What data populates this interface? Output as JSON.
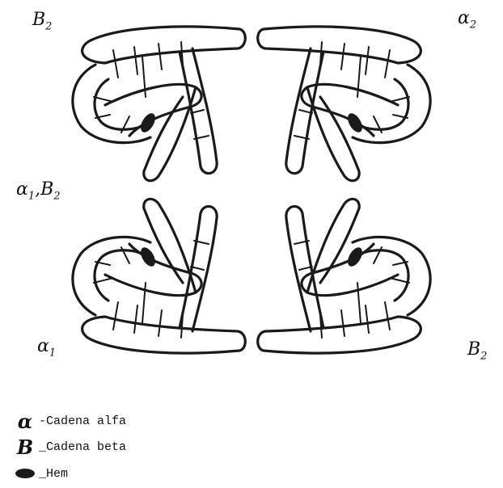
{
  "labels": {
    "top_left": {
      "base": "B",
      "sub": "2"
    },
    "top_right": {
      "base": "α",
      "sub": "2"
    },
    "middle_left": {
      "base": "α",
      "sub": "1",
      "base2": "B",
      "sub2": "2"
    },
    "bottom_left": {
      "base": "α",
      "sub": "1"
    },
    "bottom_right": {
      "base": "B",
      "sub": "2"
    }
  },
  "legend": [
    {
      "icon": "alpha-symbol",
      "symbol": "α",
      "text": "-Cadena alfa"
    },
    {
      "icon": "beta-symbol",
      "symbol": "B",
      "text": "_Cadena beta"
    },
    {
      "icon": "heme-blob",
      "symbol": "",
      "text": "_Hem"
    }
  ],
  "colors": {
    "ink": "#1a1a1a",
    "background": "#ffffff"
  }
}
